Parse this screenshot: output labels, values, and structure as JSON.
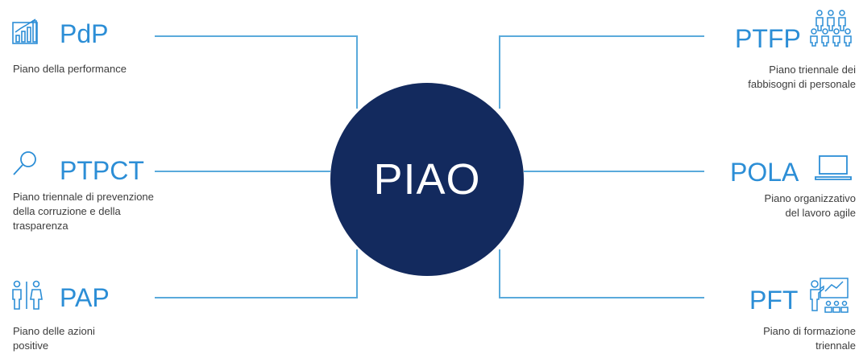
{
  "center": {
    "label": "PIAO"
  },
  "colors": {
    "circle": "#132a5e",
    "accent": "#2c8ed6",
    "connector": "#5aaadb",
    "text": "#3c3c3c"
  },
  "nodes": [
    {
      "id": "pdp",
      "side": "left",
      "icon": "bar-chart-icon",
      "title": "PdP",
      "description": [
        "Piano della performance"
      ]
    },
    {
      "id": "ptpct",
      "side": "left",
      "icon": "magnifier-icon",
      "title": "PTPCT",
      "description": [
        "Piano triennale di prevenzione",
        "della corruzione e della",
        "trasparenza"
      ]
    },
    {
      "id": "pap",
      "side": "left",
      "icon": "people-equality-icon",
      "title": "PAP",
      "description": [
        "Piano delle azioni",
        "positive"
      ]
    },
    {
      "id": "ptfp",
      "side": "right",
      "icon": "group-people-icon",
      "title": "PTFP",
      "description": [
        "Piano triennale dei",
        "fabbisogni di personale"
      ]
    },
    {
      "id": "pola",
      "side": "right",
      "icon": "laptop-icon",
      "title": "POLA",
      "description": [
        "Piano organizzativo",
        "del lavoro agile"
      ]
    },
    {
      "id": "pft",
      "side": "right",
      "icon": "training-board-icon",
      "title": "PFT",
      "description": [
        "Piano di formazione",
        "triennale"
      ]
    }
  ]
}
